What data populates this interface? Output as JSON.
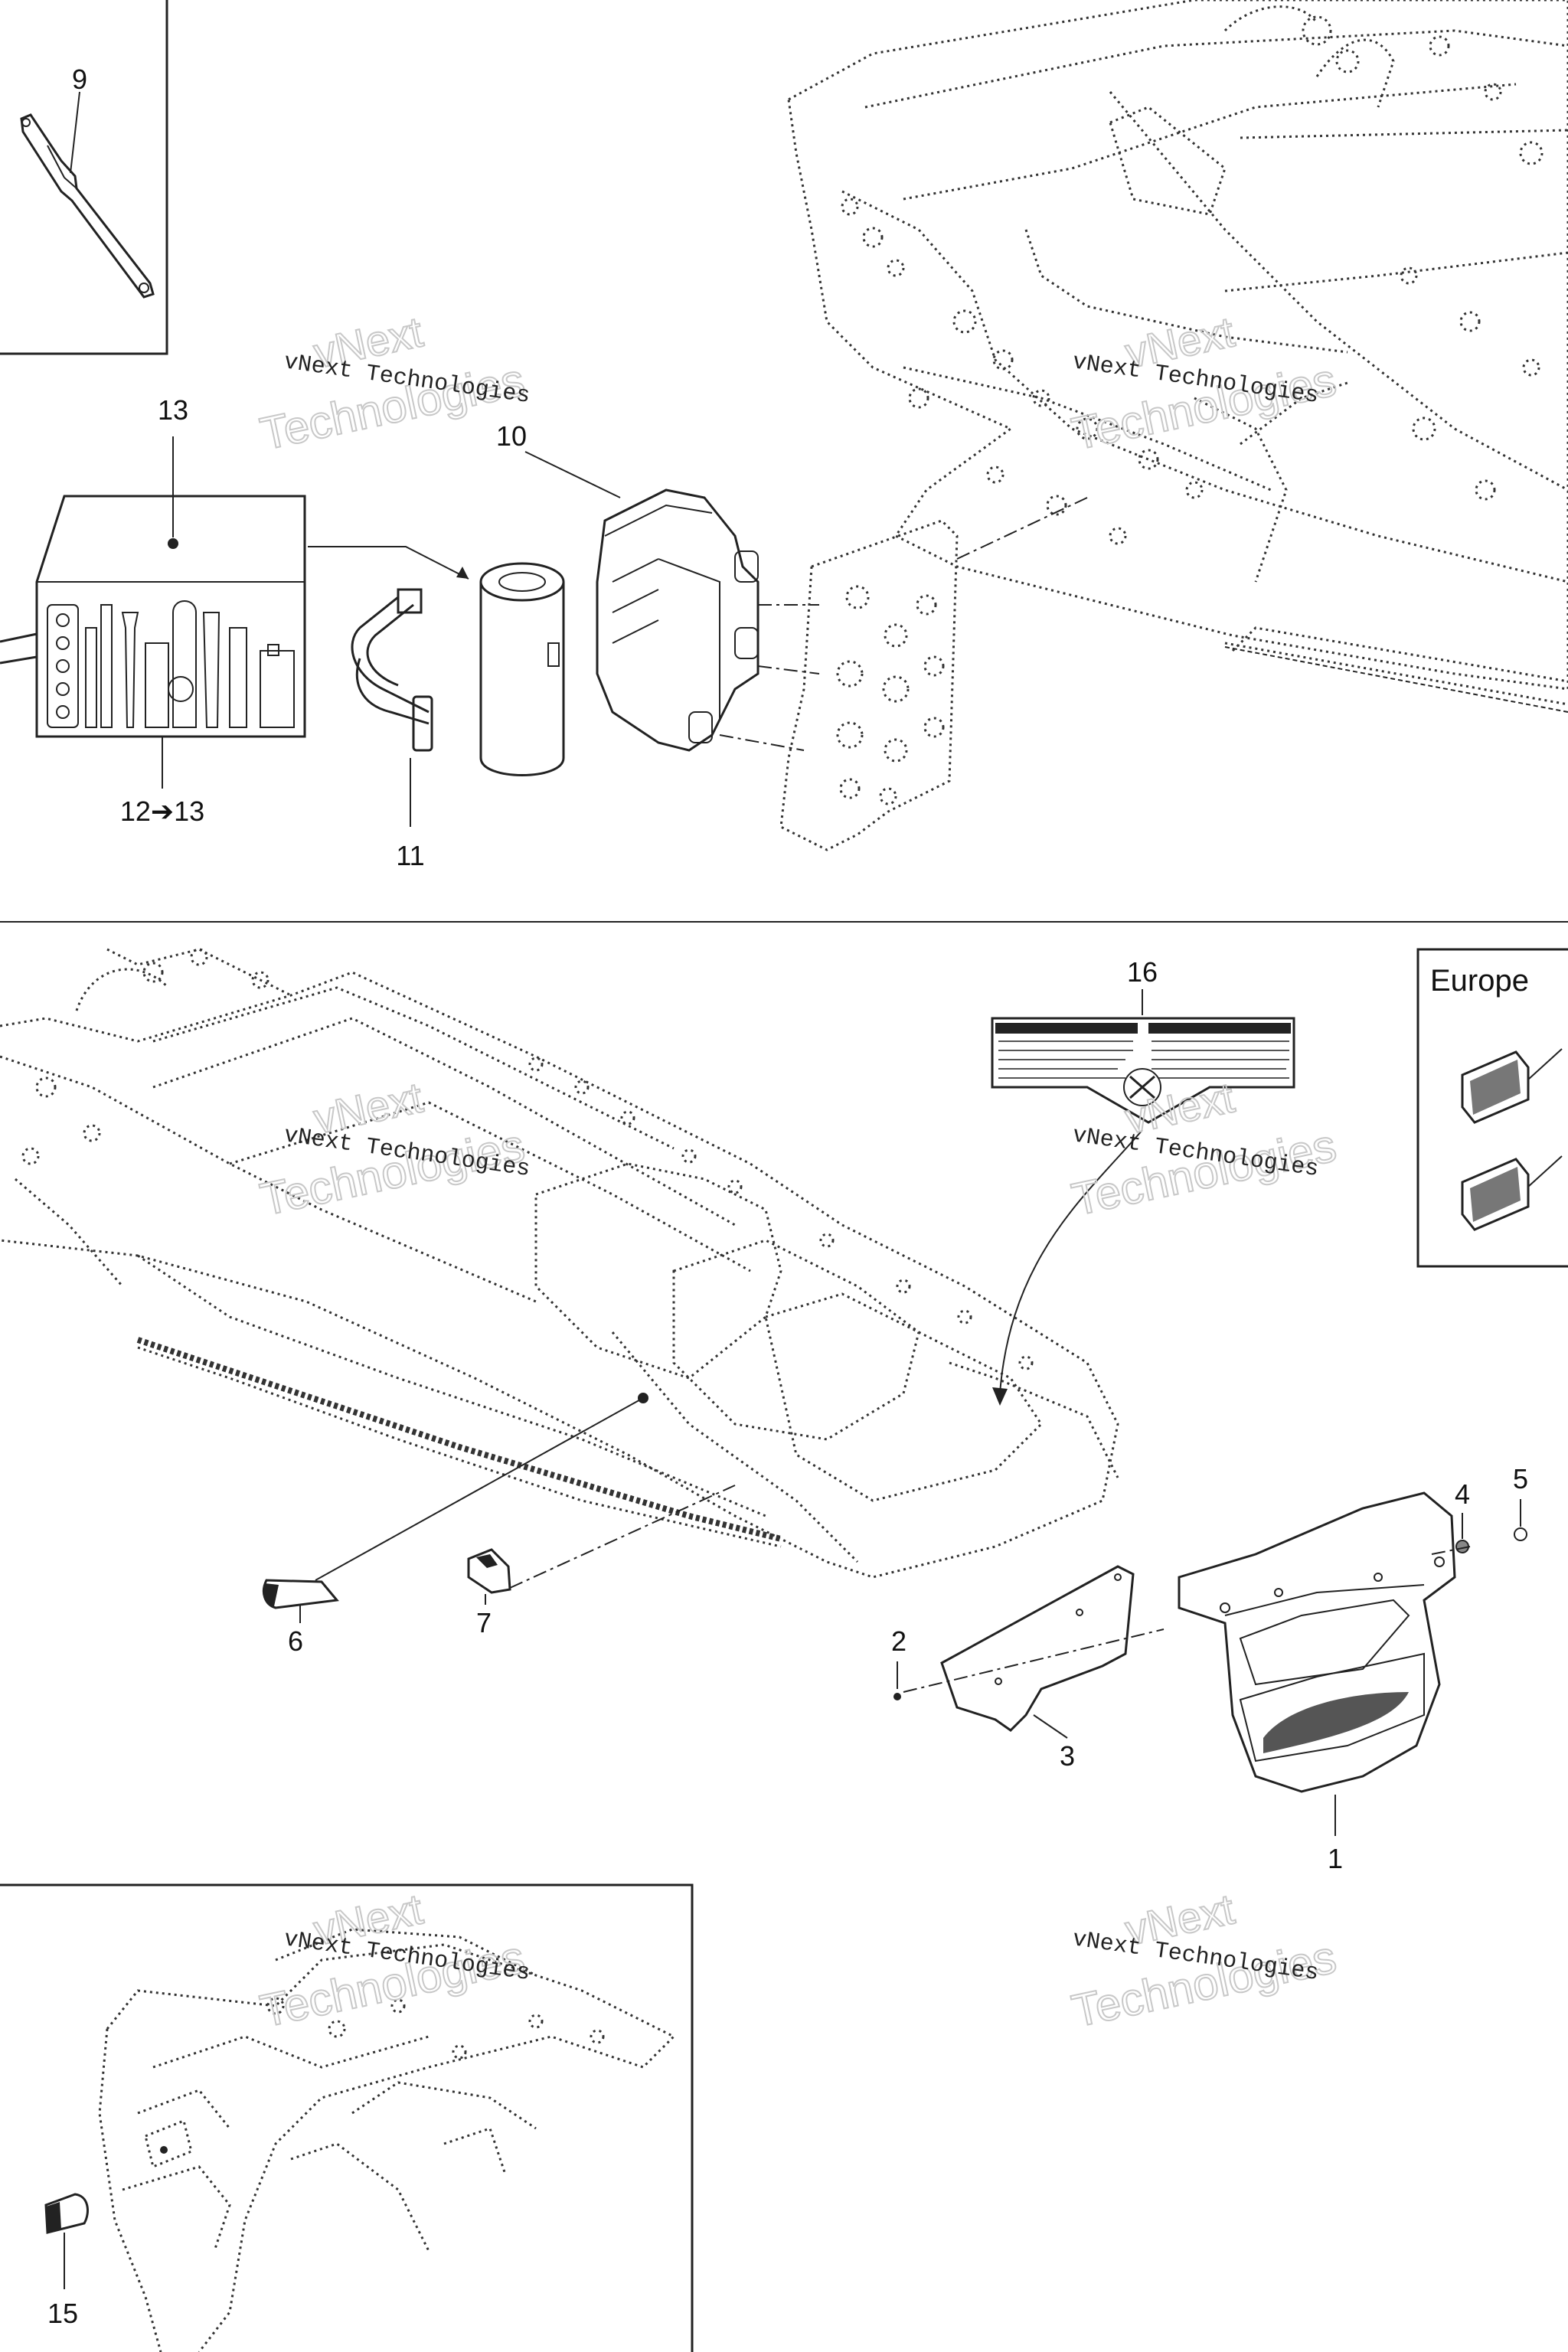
{
  "callouts": {
    "c1": "1",
    "c2": "2",
    "c3": "3",
    "c4": "4",
    "c5": "5",
    "c6": "6",
    "c7": "7",
    "c9": "9",
    "c10": "10",
    "c11": "11",
    "c12": "12➔13",
    "c13": "13",
    "c15": "15",
    "c16": "16"
  },
  "region_box": {
    "label": "Europe"
  },
  "watermark": {
    "line1": "vNext Technologies",
    "line2": "vNext",
    "line3": "Technologies"
  }
}
